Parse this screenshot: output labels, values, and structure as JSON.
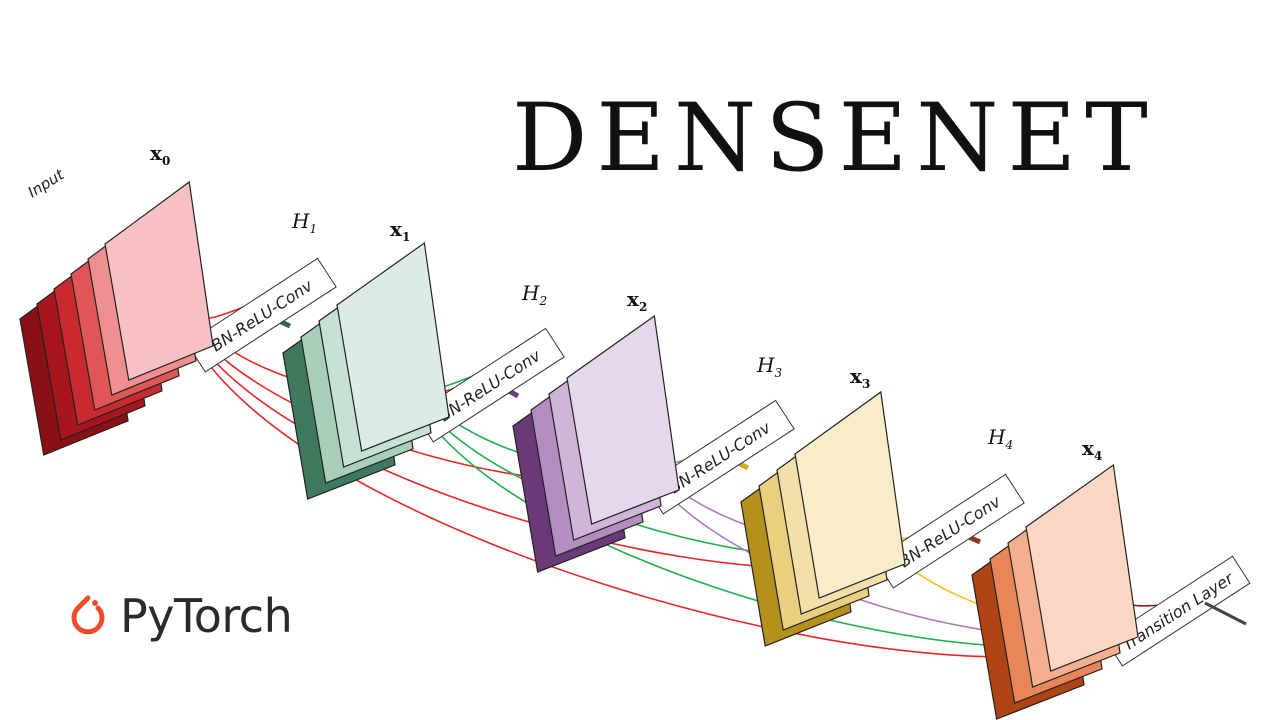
{
  "title": "DENSENET",
  "logo": {
    "text": "PyTorch",
    "icon": "pytorch-flame-icon",
    "color": "#ee4c2c"
  },
  "input_label": "Input",
  "stacks": [
    {
      "label": "x",
      "sub": "0",
      "colors": [
        "#8a1015",
        "#a8151c",
        "#c92a30",
        "#e05656",
        "#ef8f8f",
        "#f7c0c2"
      ]
    },
    {
      "label": "x",
      "sub": "1",
      "colors": [
        "#3f7a5e",
        "#a9cfbb",
        "#c6e1d3",
        "#dcece5"
      ]
    },
    {
      "label": "x",
      "sub": "2",
      "colors": [
        "#6a3a78",
        "#b38cc0",
        "#d1b5d9",
        "#e6d8ea"
      ]
    },
    {
      "label": "x",
      "sub": "3",
      "colors": [
        "#b4901c",
        "#e9cf7e",
        "#f3e0a8",
        "#f8ecc9"
      ]
    },
    {
      "label": "x",
      "sub": "4",
      "colors": [
        "#b14414",
        "#e8865a",
        "#f4b08e",
        "#fbd7c4"
      ]
    }
  ],
  "layers": [
    {
      "label": "H",
      "sub": "1",
      "box": "BN-ReLU-Conv"
    },
    {
      "label": "H",
      "sub": "2",
      "box": "BN-ReLU-Conv"
    },
    {
      "label": "H",
      "sub": "3",
      "box": "BN-ReLU-Conv"
    },
    {
      "label": "H",
      "sub": "4",
      "box": "BN-ReLU-Conv"
    }
  ],
  "transition_label": "Transition Layer",
  "connection_colors": [
    "#e8262a",
    "#21b04b",
    "#b07ac0",
    "#f2c418",
    "#8b1a1a"
  ]
}
